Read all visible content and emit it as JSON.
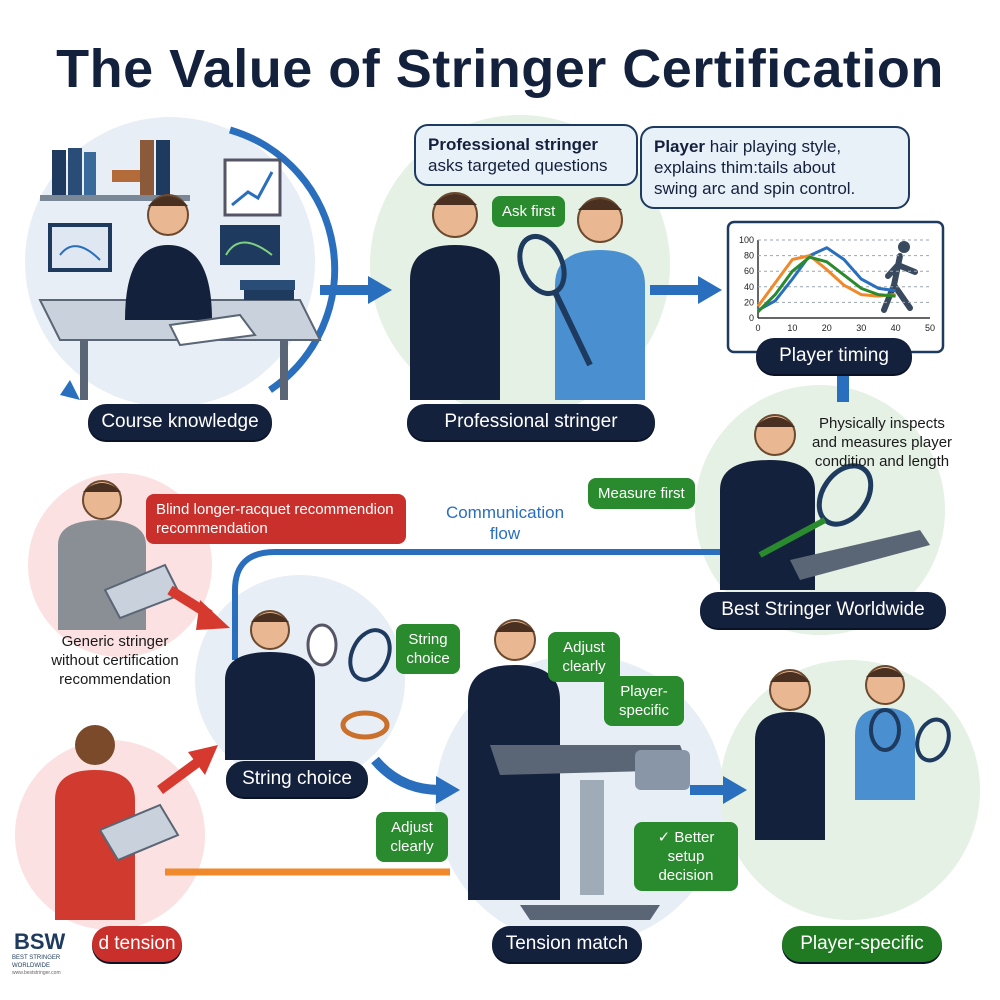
{
  "title": "The Value of Stringer Certification",
  "labels": {
    "course_knowledge": "Course knowledge",
    "professional_stringer": "Professional stringer",
    "player_timing": "Player timing",
    "best_stringer": "Best Stringer Worldwide",
    "string_choice": "String choice",
    "tension_match": "Tension match",
    "player_specific": "Player-specific",
    "tension_partial": "d tension"
  },
  "bubbles": {
    "stringer_bold": "Professional stringer",
    "stringer_rest": "asks targeted questions",
    "player_bold": "Player",
    "player_rest_1": "hair playing style,",
    "player_rest_2": "explains thim:tails about",
    "player_rest_3": "swing arc and spin control."
  },
  "tags": {
    "ask_first": "Ask first",
    "measure_first": "Measure first",
    "string_choice": "String choice",
    "adjust_clearly_top": "Adjust clearly",
    "player_specific_tag": "Player-specific",
    "adjust_clearly_left": "Adjust clearly",
    "better_setup": "✓ Better setup decision",
    "blind_recommendation": "Blind longer-racquet recommendion recommendation"
  },
  "texts": {
    "inspects_1": "Physically inspects",
    "inspects_2": "and measures player",
    "inspects_3": "condition and length",
    "generic_1": "Generic stringer",
    "generic_2": "without certification",
    "generic_3": "recommendation",
    "communication_flow_1": "Communication",
    "communication_flow_2": "flow"
  },
  "logo": {
    "mark": "BSW",
    "sub": "BEST STRINGER WORLDWIDE",
    "url": "www.beststringer.com"
  },
  "colors": {
    "navy": "#14213d",
    "green": "#2a8a2e",
    "red": "#c9302c",
    "blue_arrow": "#2a6fbd",
    "orange_line": "#f0892b"
  },
  "chart_data": {
    "type": "line",
    "x_ticks": [
      "0",
      "10",
      "20",
      "30",
      "40",
      "50"
    ],
    "y_ticks": [
      "0",
      "20",
      "40",
      "60",
      "80",
      "100"
    ],
    "xlim": [
      0,
      50
    ],
    "ylim": [
      0,
      100
    ],
    "grid": "dashed",
    "series": [
      {
        "color": "#2a6fbd",
        "x": [
          0,
          5,
          10,
          15,
          20,
          25,
          30,
          35,
          40
        ],
        "y": [
          10,
          22,
          50,
          80,
          90,
          75,
          50,
          38,
          35
        ]
      },
      {
        "color": "#f0892b",
        "x": [
          0,
          5,
          10,
          15,
          20,
          25,
          30,
          35,
          40
        ],
        "y": [
          15,
          45,
          75,
          80,
          62,
          42,
          30,
          28,
          30
        ]
      },
      {
        "color": "#2a8a2e",
        "x": [
          0,
          5,
          10,
          15,
          20,
          25,
          30,
          35,
          40
        ],
        "y": [
          8,
          30,
          60,
          78,
          72,
          55,
          38,
          30,
          28
        ]
      }
    ]
  }
}
